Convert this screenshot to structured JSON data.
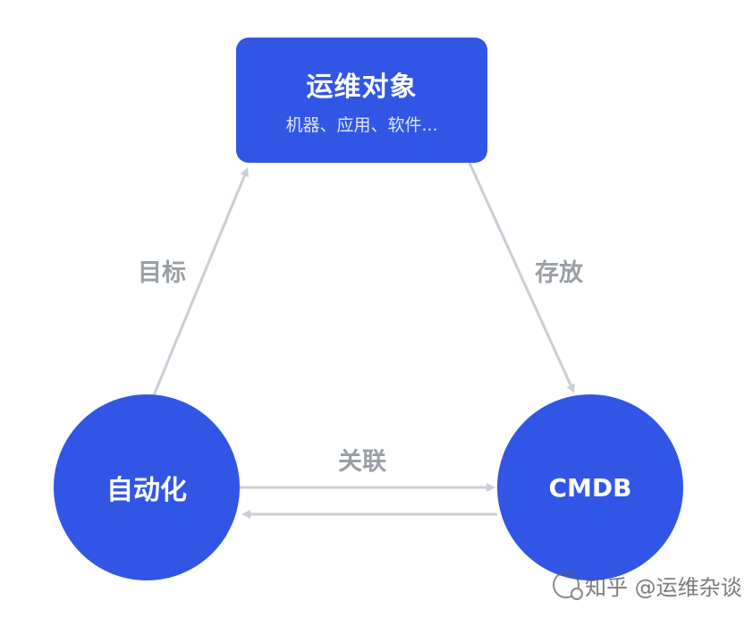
{
  "nodes": {
    "ops_object": {
      "title": "运维对象",
      "subtitle": "机器、应用、软件..."
    },
    "automation": {
      "label": "自动化"
    },
    "cmdb": {
      "label": "CMDB"
    }
  },
  "edges": {
    "target": "目标",
    "store": "存放",
    "relate": "关联"
  },
  "watermark": {
    "text": "知乎 @运维杂谈"
  },
  "colors": {
    "node": "#3156e6",
    "arrow": "#c9ced6",
    "edge_label": "#9a9fa6"
  }
}
